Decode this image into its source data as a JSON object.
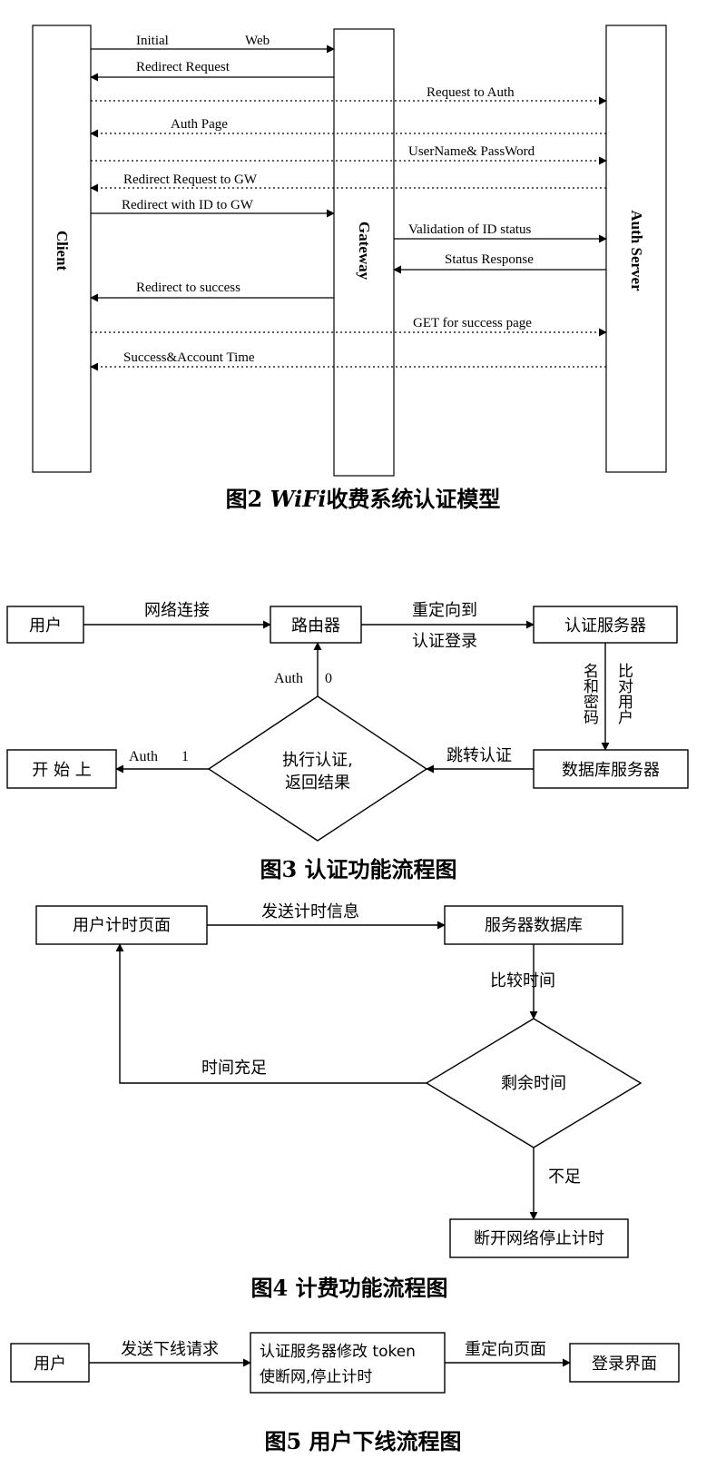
{
  "fig2": {
    "lanes": {
      "client": "Client",
      "gateway": "Gateway",
      "auth_server": "Auth Server"
    },
    "messages": [
      "Initial",
      "Web",
      "Redirect Request",
      "Request to Auth",
      "Auth Page",
      "UserName& PassWord",
      "Redirect Request to GW",
      "Redirect with ID to GW",
      "Validation of ID status",
      "Status Response",
      "Redirect to success",
      "GET for success page",
      "Success&Account Time"
    ],
    "caption": {
      "num": "图2",
      "en": "WiFi",
      "zh": "收费系统认证模型"
    }
  },
  "fig3": {
    "boxes": {
      "user": "用户",
      "router": "路由器",
      "auth_server": "认证服务器",
      "db_server": "数据库服务器",
      "start": "开 始 上"
    },
    "edges": {
      "connect": "网络连接",
      "redirect_1": "重定向到",
      "redirect_2": "认证登录",
      "jump": "跳转认证",
      "auth0": "Auth",
      "zero": "0",
      "auth1": "Auth",
      "one": "1"
    },
    "vertical": {
      "left": "名和密码",
      "right": "比对用户"
    },
    "decision": {
      "line1": "执行认证,",
      "line2": "返回结果"
    },
    "caption": {
      "num": "图3",
      "zh": "认证功能流程图"
    }
  },
  "fig4": {
    "boxes": {
      "timer_page": "用户计时页面",
      "server_db": "服务器数据库",
      "disconnect": "断开网络停止计时"
    },
    "edges": {
      "send": "发送计时信息",
      "compare": "比较时间",
      "enough": "时间充足",
      "not_enough": "不足"
    },
    "decision": "剩余时间",
    "caption": {
      "num": "图4",
      "zh": "计费功能流程图"
    }
  },
  "fig5": {
    "boxes": {
      "user": "用户",
      "auth_modify_1": "认证服务器修改 token",
      "auth_modify_2": "使断网,停止计时",
      "login": "登录界面"
    },
    "edges": {
      "offline": "发送下线请求",
      "redirect": "重定向页面"
    },
    "caption": {
      "num": "图5",
      "zh": "用户下线流程图"
    }
  }
}
